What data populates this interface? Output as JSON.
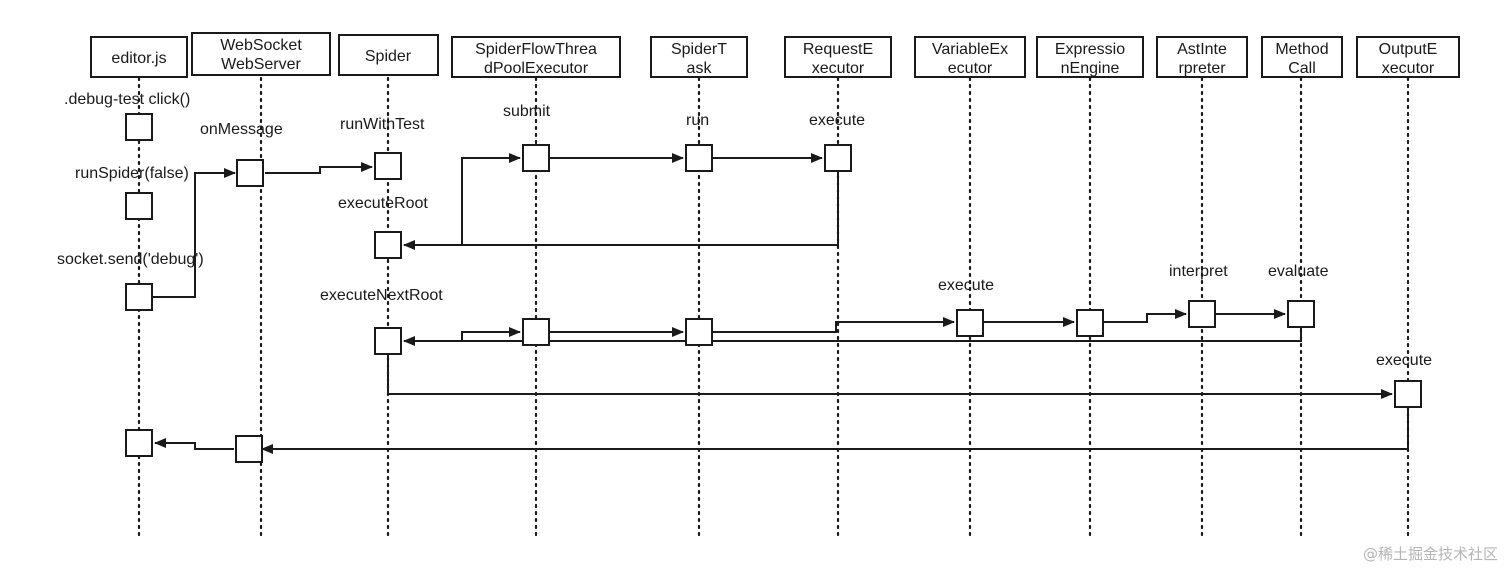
{
  "participants": [
    {
      "id": "editor",
      "lines": [
        "editor.js"
      ]
    },
    {
      "id": "websocket",
      "lines": [
        "WebSocket",
        "WebServer"
      ]
    },
    {
      "id": "spider",
      "lines": [
        "Spider"
      ]
    },
    {
      "id": "threadpool",
      "lines": [
        "SpiderFlowThrea",
        "dPoolExecutor"
      ]
    },
    {
      "id": "task",
      "lines": [
        "SpiderT",
        "ask"
      ]
    },
    {
      "id": "request",
      "lines": [
        "RequestE",
        "xecutor"
      ]
    },
    {
      "id": "variable",
      "lines": [
        "VariableEx",
        "ecutor"
      ]
    },
    {
      "id": "expression",
      "lines": [
        "Expressio",
        "nEngine"
      ]
    },
    {
      "id": "ast",
      "lines": [
        "AstInte",
        "rpreter"
      ]
    },
    {
      "id": "method",
      "lines": [
        "Method",
        "Call"
      ]
    },
    {
      "id": "output",
      "lines": [
        "OutputE",
        "xecutor"
      ]
    }
  ],
  "labels": {
    "debug_test_click": ".debug-test click()",
    "run_spider": "runSpider(false)",
    "socket_send": "socket.send('debug')",
    "on_message": "onMessage",
    "run_with_test": "runWithTest",
    "execute_root": "executeRoot",
    "execute_next_root": "executeNextRoot",
    "submit": "submit",
    "run": "run",
    "execute_request": "execute",
    "execute_variable": "execute",
    "interpret": "interpret",
    "evaluate": "evaluate",
    "execute_output": "execute"
  },
  "watermark": "@稀土掘金技术社区"
}
